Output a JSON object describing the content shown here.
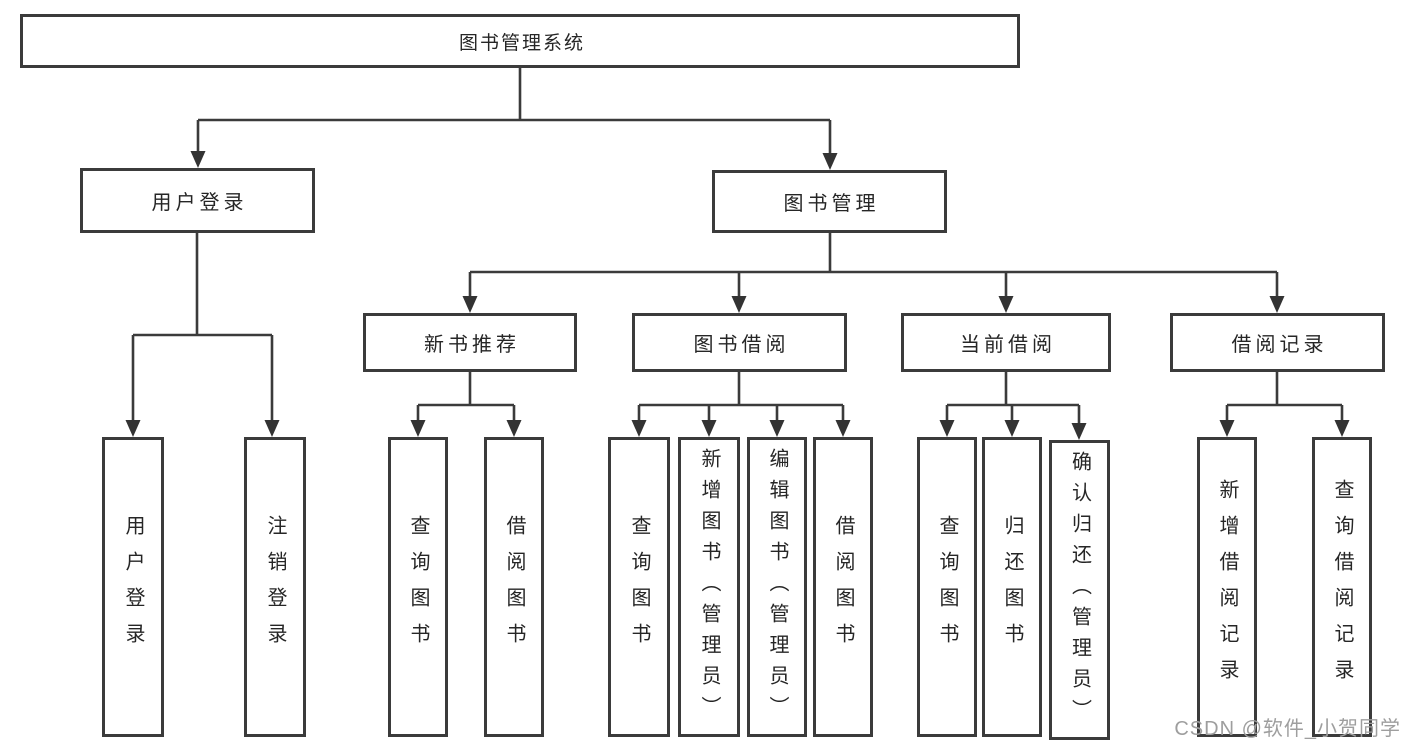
{
  "root": {
    "label": "图书管理系统"
  },
  "level1": [
    {
      "id": "user-login-branch",
      "label": "用户登录"
    },
    {
      "id": "book-management-branch",
      "label": "图书管理"
    }
  ],
  "level2": [
    {
      "id": "new-book-recommend",
      "label": "新书推荐"
    },
    {
      "id": "book-borrow",
      "label": "图书借阅"
    },
    {
      "id": "current-borrow",
      "label": "当前借阅"
    },
    {
      "id": "borrow-records",
      "label": "借阅记录"
    }
  ],
  "leaves": [
    {
      "id": "user-login",
      "label": "用户登录",
      "parent": "用户登录"
    },
    {
      "id": "logout",
      "label": "注销登录",
      "parent": "用户登录"
    },
    {
      "id": "newbook-search",
      "label": "查询图书",
      "parent": "新书推荐"
    },
    {
      "id": "newbook-borrow",
      "label": "借阅图书",
      "parent": "新书推荐"
    },
    {
      "id": "borrow-search",
      "label": "查询图书",
      "parent": "图书借阅"
    },
    {
      "id": "borrow-add-book",
      "label": "新增图书（管理员）",
      "parent": "图书借阅"
    },
    {
      "id": "borrow-edit-book",
      "label": "编辑图书（管理员）",
      "parent": "图书借阅"
    },
    {
      "id": "borrow-book",
      "label": "借阅图书",
      "parent": "图书借阅"
    },
    {
      "id": "current-search",
      "label": "查询图书",
      "parent": "当前借阅"
    },
    {
      "id": "current-return",
      "label": "归还图书",
      "parent": "当前借阅"
    },
    {
      "id": "current-confirm-return",
      "label": "确认归还（管理员）",
      "parent": "当前借阅"
    },
    {
      "id": "record-add",
      "label": "新增借阅记录",
      "parent": "借阅记录"
    },
    {
      "id": "record-search",
      "label": "查询借阅记录",
      "parent": "借阅记录"
    }
  ],
  "watermark": "CSDN @软件_小贺同学",
  "colors": {
    "line": "#3b3b3b",
    "text": "#262626",
    "watermark": "#9e9e9e",
    "background": "#ffffff"
  }
}
